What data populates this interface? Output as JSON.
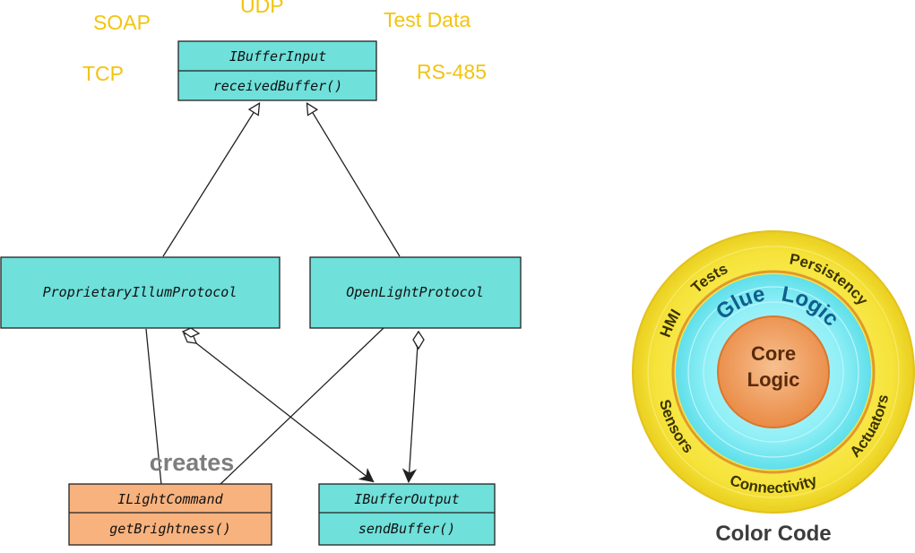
{
  "colors": {
    "teal": "#6fe0da",
    "teal_dark": "#2bb8b0",
    "orange": "#f7b27e",
    "orange_dark": "#e8854a",
    "yellow_label": "#f2c40f",
    "ring_yellow": "#f6e33a",
    "ring_cyan": "#8feff6",
    "core_orange": "#ee9852",
    "line": "#222222",
    "creates_gray": "#7d7d7d"
  },
  "transports": {
    "soap": "SOAP",
    "udp": "UDP",
    "test_data": "Test Data",
    "tcp": "TCP",
    "rs485": "RS-485"
  },
  "classes": {
    "ibuffer_input": {
      "name": "IBufferInput",
      "method": "receivedBuffer()"
    },
    "proprietary": {
      "name": "ProprietaryIllumProtocol"
    },
    "openlight": {
      "name": "OpenLightProtocol"
    },
    "ilight_command": {
      "name": "ILightCommand",
      "method": "getBrightness()"
    },
    "ibuffer_output": {
      "name": "IBufferOutput",
      "method": "sendBuffer()"
    }
  },
  "relation": {
    "creates": "creates"
  },
  "onion": {
    "outer": [
      "Tests",
      "Persistency",
      "HMI",
      "Actuators",
      "Sensors",
      "Connectivity"
    ],
    "middle": [
      "Glue",
      "Logic"
    ],
    "core_line1": "Core",
    "core_line2": "Logic",
    "caption": "Color Code"
  }
}
